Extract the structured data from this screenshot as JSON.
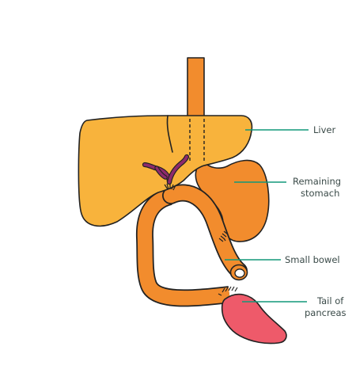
{
  "colors": {
    "liver": "#f8b33c",
    "bowel": "#f28c2d",
    "pancreas": "#ee5a6a",
    "bile_duct": "#8e2a6c",
    "leader_line": "#12987a",
    "label_text": "#3a4a48"
  },
  "labels": {
    "liver": "Liver",
    "stomach_line1": "Remaining",
    "stomach_line2": "stomach",
    "small_bowel": "Small bowel",
    "pancreas_line1": "Tail of",
    "pancreas_line2": "pancreas"
  }
}
